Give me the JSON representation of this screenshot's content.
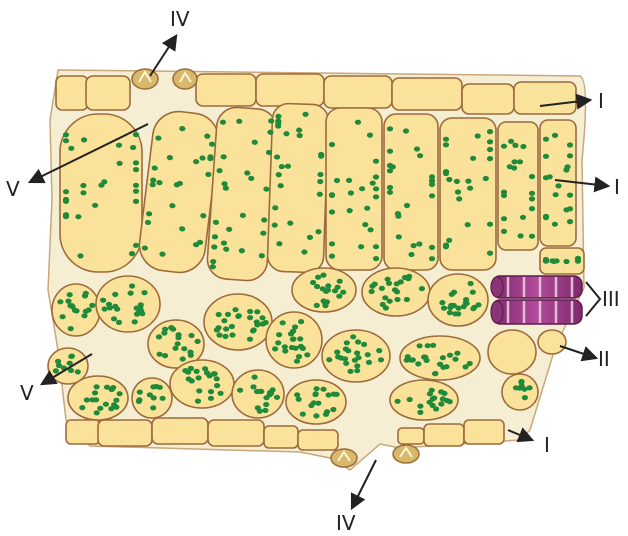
{
  "labels": {
    "epidermis_top": "I",
    "epidermis_right": "I",
    "epidermis_bottom": "I",
    "phloem": "II",
    "xylem": "III",
    "stoma_top": "IV",
    "stoma_bottom": "IV",
    "air_space_upper": "V",
    "air_space_lower": "V"
  },
  "colors": {
    "cell_fill": "#fbe29a",
    "cell_wall": "#9c6b3c",
    "chloroplast": "#1f8a3a",
    "cuticle": "#f6eed3",
    "xylem_fill": "#a03a8c",
    "xylem_band": "#e6b9d8",
    "arrow": "#222222"
  }
}
